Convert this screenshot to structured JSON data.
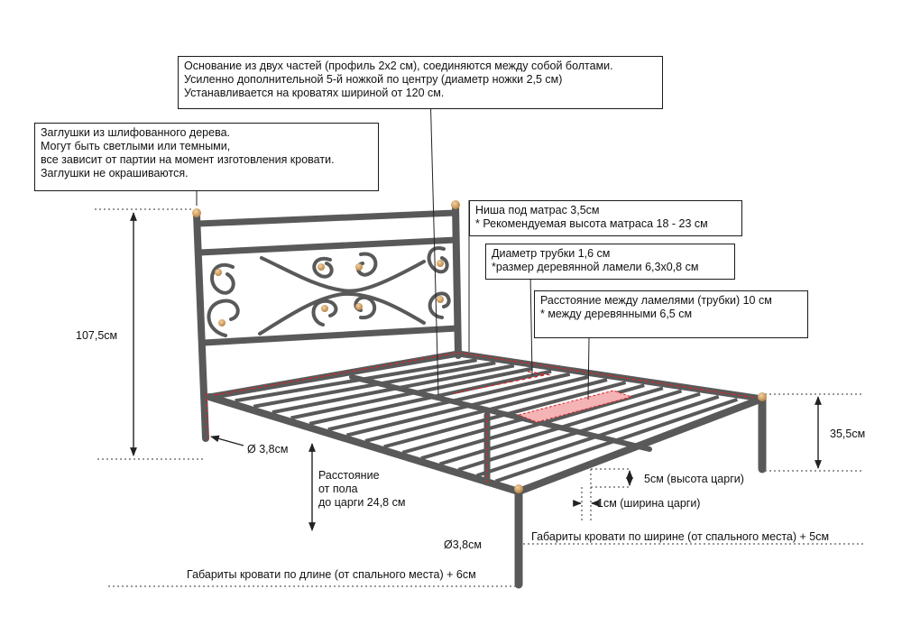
{
  "callouts": {
    "base": {
      "lines": [
        "Основание из двух частей (профиль 2х2 см), соединяются между собой болтами.",
        "Усиленно дополнительной 5-й ножкой по центру (диаметр ножки 2,5 см)",
        "Устанавливается на кроватях шириной от 120 см."
      ]
    },
    "caps": {
      "lines": [
        "Заглушки из шлифованного дерева.",
        "Могут быть светлыми или темными,",
        "все зависит от партии на момент изготовления кровати.",
        "Заглушки не окрашиваются."
      ]
    },
    "niche": {
      "lines": [
        "Ниша под матрас 3,5см",
        "* Рекомендуемая высота матраса 18 - 23 см"
      ]
    },
    "tube": {
      "lines": [
        "Диаметр трубки 1,6 см",
        "*размер деревянной ламели 6,3х0,8 см"
      ]
    },
    "spacing": {
      "lines": [
        "Расстояние между ламелями (трубки) 10 см",
        "* между деревянными 6,5 см"
      ]
    }
  },
  "dimensions": {
    "headboard_height": "107,5см",
    "leg_diameter_back": "Ø 3,8см",
    "leg_diameter_front": "Ø3,8см",
    "floor_clearance": [
      "Расстояние",
      "от пола",
      "до царги 24,8 см"
    ],
    "foot_height": "35,5см",
    "rail_height": "5см (высота царги)",
    "rail_width": "1см (ширина царги)",
    "overall_width": "Габариты кровати по ширине (от спального места) + 5см",
    "overall_length": "Габариты кровати по длине (от спального места) + 6см"
  },
  "colors": {
    "frame": "#595959",
    "frame_dark": "#3c3c3c",
    "wood_cap": "#d9a86a",
    "red_dash": "#d8262b",
    "highlight": "#f4b3b5",
    "dim_line": "#222222"
  }
}
